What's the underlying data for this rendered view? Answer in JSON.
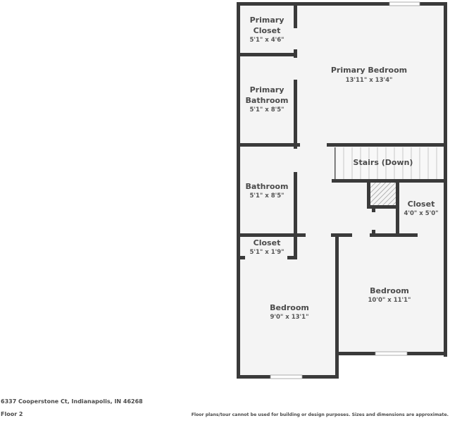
{
  "floorplan": {
    "colors": {
      "wall": "#3a3a3a",
      "floor": "#f4f4f4",
      "window": "#ffffff",
      "text": "#4a4a4a"
    },
    "rooms": [
      {
        "name": "Primary Closet",
        "name_line1": "Primary",
        "name_line2": "Closet",
        "dimensions": "5'1\" x 4'6\""
      },
      {
        "name": "Primary Bedroom",
        "dimensions": "13'11\" x 13'4\""
      },
      {
        "name": "Primary Bathroom",
        "name_line1": "Primary",
        "name_line2": "Bathroom",
        "dimensions": "5'1\" x 8'5\""
      },
      {
        "name": "Stairs (Down)"
      },
      {
        "name": "Bathroom",
        "dimensions": "5'1\" x 8'5\""
      },
      {
        "name": "Closet",
        "dimensions": "4'0\" x 5'0\""
      },
      {
        "name": "Closet",
        "dimensions": "5'1\" x 1'9\""
      },
      {
        "name": "Bedroom",
        "dimensions": "10'0\" x 11'1\""
      },
      {
        "name": "Bedroom",
        "dimensions": "9'0\" x 13'1\""
      }
    ]
  },
  "footer": {
    "address": "6337 Cooperstone Ct, Indianapolis, IN 46268",
    "floor": "Floor 2",
    "disclaimer": "Floor plans/tour cannot be used for building or design purposes. Sizes and dimensions are approximate."
  }
}
